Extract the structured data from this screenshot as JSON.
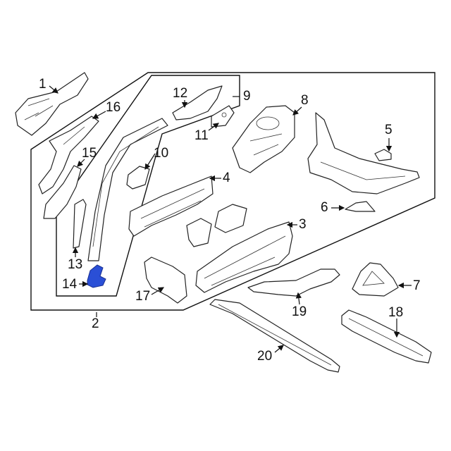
{
  "diagram": {
    "highlight_color": "#2a4fd6",
    "highlighted_part": "14",
    "callouts": [
      "1",
      "2",
      "3",
      "4",
      "5",
      "6",
      "7",
      "8",
      "9",
      "10",
      "11",
      "12",
      "13",
      "14",
      "15",
      "16",
      "17",
      "18",
      "19",
      "20"
    ]
  }
}
